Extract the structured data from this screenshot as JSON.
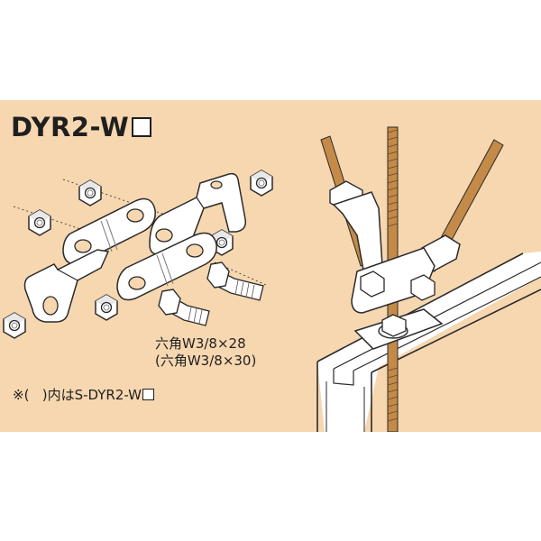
{
  "title": "DYR2-W",
  "bolt_spec": {
    "line1": "六角W3/8×28",
    "line2": "(六角W3/8×30)"
  },
  "note": {
    "mark": "※(",
    "text": ")内はS-DYR2-W"
  },
  "colors": {
    "panel": "#f6d7b0",
    "metal": "#ffffff",
    "line": "#2a2a2a",
    "rod": "#c48a48"
  }
}
